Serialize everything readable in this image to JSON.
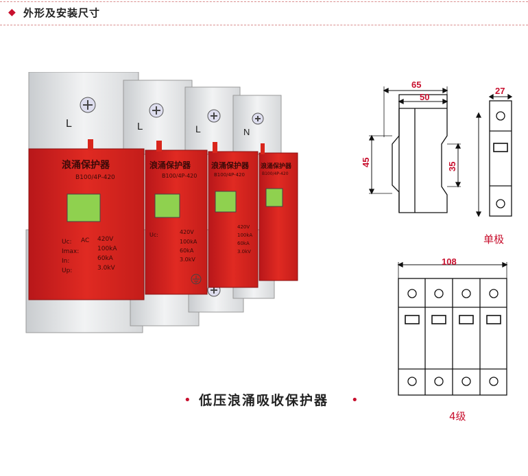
{
  "header": {
    "title": "外形及安装尺寸"
  },
  "product": {
    "brand_label": "浪涌保护器",
    "model": "B100/4P-420",
    "poles": [
      "L",
      "L",
      "L",
      "N"
    ],
    "specs": [
      {
        "key": "Uc:",
        "mid": "AC",
        "value": "420V"
      },
      {
        "key": "Imax:",
        "mid": "",
        "value": "100kA"
      },
      {
        "key": "In:",
        "mid": "",
        "value": "60kA"
      },
      {
        "key": "Up:",
        "mid": "",
        "value": "3.0kV"
      }
    ]
  },
  "caption": {
    "text": "低压浪涌吸收保护器"
  },
  "dimensions": {
    "side_width_outer": "65",
    "side_width_inner": "50",
    "side_height_left": "45",
    "side_height_right": "35",
    "single_width": "27",
    "single_label": "单极",
    "four_width": "108",
    "four_label": "4级"
  },
  "colors": {
    "accent": "#c8102e",
    "module_red": "#d9261c",
    "window_green": "#8fd14f"
  }
}
